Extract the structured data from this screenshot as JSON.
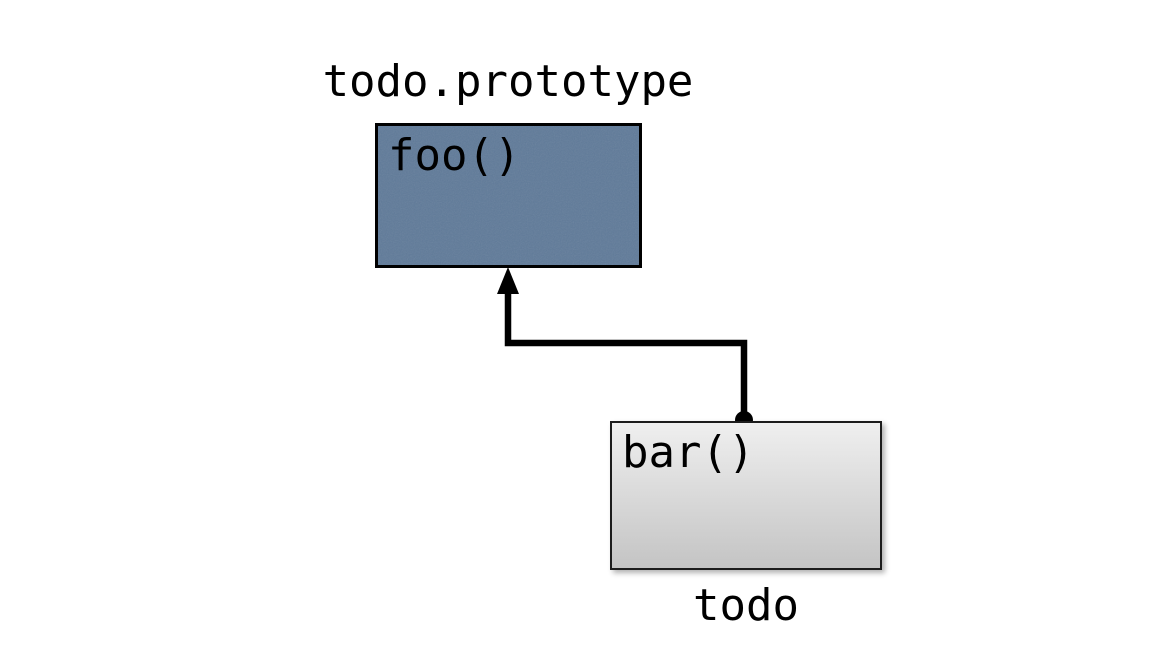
{
  "diagram": {
    "title": "todo.prototype",
    "prototype_box": {
      "method_label": "foo()"
    },
    "instance_box": {
      "method_label": "bar()",
      "caption": "todo"
    }
  },
  "colors": {
    "background": "#ffffff",
    "text": "#000000",
    "prototype-fill": "#5f7a99",
    "prototype-border": "#000000",
    "instance-fill-top": "#efefef",
    "instance-fill-bottom": "#c4c4c4",
    "instance-border": "#1c1c1c",
    "connector": "#000000"
  }
}
